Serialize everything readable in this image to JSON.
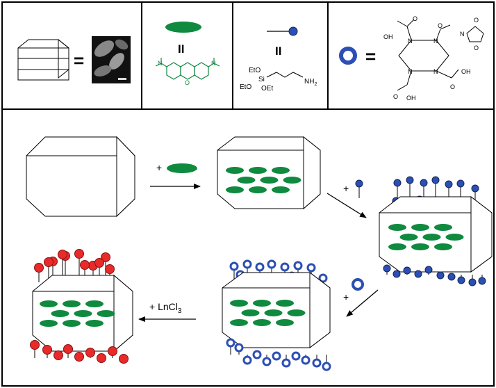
{
  "legend": {
    "equals_sign": "=",
    "dye_is": "II",
    "apts_is": "II",
    "apts_formula": {
      "eto_top": "EtO",
      "si": "Si",
      "eto_left": "EtO",
      "oet": "OEt",
      "nh2": "NH",
      "nh2_sub": "2"
    },
    "dota_formula": {
      "oh_top_left": "OH",
      "o_top_left": "O",
      "n": "N",
      "o_nhs_ester": "O",
      "o_nhs_top": "O",
      "o_nhs_bottom": "O",
      "oh_bottom_left": "OH",
      "o_bottom_left": "O",
      "oh_bottom_right": "OH",
      "o_bottom_right": "O"
    }
  },
  "steps": {
    "step1_plus": "+",
    "step2_plus": "+",
    "step3_plus": "+",
    "step4_label": "+ LnCl",
    "step4_sub": "3"
  },
  "colors": {
    "dye_green": "#0f8a3f",
    "silane_blue": "#2b4fb3",
    "lanthanide_red": "#e82a2a",
    "line": "#000000"
  },
  "icons": [
    "hexagonal-prism-icon",
    "sem-image-icon",
    "dye-ellipse-icon",
    "silane-lollipop-icon",
    "chelator-ring-icon"
  ]
}
